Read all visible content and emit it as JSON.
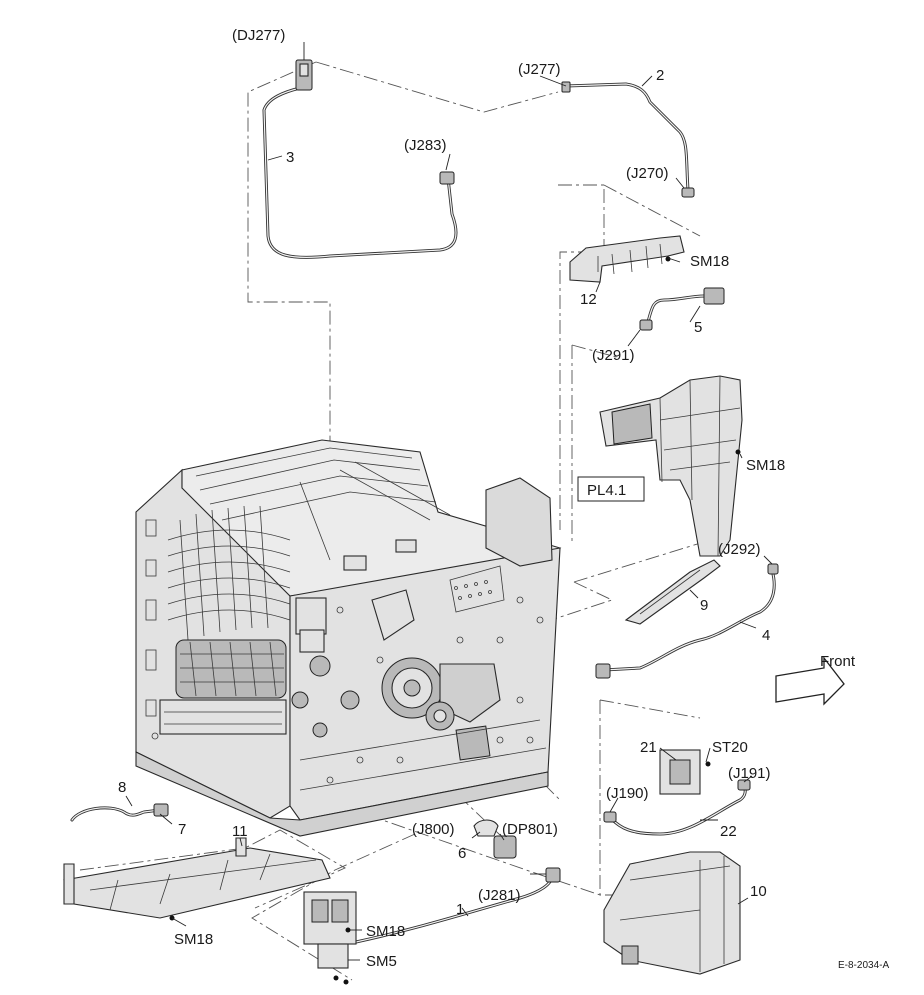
{
  "diagram": {
    "figure_id": "E-8-2034-A",
    "direction_label": "Front",
    "reference_box": "PL4.1",
    "connector_labels": {
      "dj277": "(DJ277)",
      "j277": "(J277)",
      "j283": "(J283)",
      "j270": "(J270)",
      "j291": "(J291)",
      "j292": "(J292)",
      "j191": "(J191)",
      "j190": "(J190)",
      "j800": "(J800)",
      "dp801": "(DP801)",
      "j281": "(J281)"
    },
    "part_numbers": {
      "p1": "1",
      "p2": "2",
      "p3": "3",
      "p4": "4",
      "p5": "5",
      "p6": "6",
      "p7": "7",
      "p8": "8",
      "p9": "9",
      "p10": "10",
      "p11": "11",
      "p12": "12",
      "p21": "21",
      "p22": "22"
    },
    "screw_labels": {
      "sm18_a": "SM18",
      "sm18_b": "SM18",
      "sm18_c": "SM18",
      "sm18_d": "SM18",
      "sm5": "SM5",
      "st20": "ST20"
    }
  }
}
